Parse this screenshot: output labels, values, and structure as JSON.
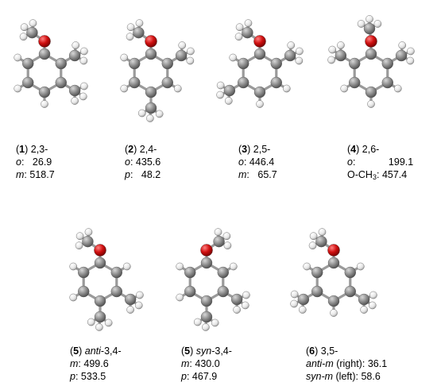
{
  "structures": [
    {
      "id": "1",
      "pattern": "2,3-",
      "methyls": [
        "o",
        "m"
      ],
      "ome_rot": -25,
      "rows": [
        {
          "key": "o",
          "sep": ":",
          "value": "26.9"
        },
        {
          "key": "m",
          "sep": ":",
          "value": "518.7"
        }
      ]
    },
    {
      "id": "2",
      "pattern": "2,4-",
      "methyls": [
        "o",
        "p"
      ],
      "ome_rot": -25,
      "rows": [
        {
          "key": "o",
          "sep": ":",
          "value": "435.6"
        },
        {
          "key": "p",
          "sep": ":",
          "value": "48.2"
        }
      ]
    },
    {
      "id": "3",
      "pattern": "2,5-",
      "methyls": [
        "o",
        "m-left"
      ],
      "ome_rot": -25,
      "rows": [
        {
          "key": "o",
          "sep": ":",
          "value": "446.4"
        },
        {
          "key": "m",
          "sep": ":",
          "value": "65.7"
        }
      ]
    },
    {
      "id": "4",
      "pattern": "2,6-",
      "methyls": [
        "o",
        "o-left"
      ],
      "ome_rot": 90,
      "rows": [
        {
          "key": "o",
          "sep": ":",
          "value": "199.1"
        },
        {
          "key": "O-CH",
          "sub": "3",
          "sep": ":",
          "value": "457.4",
          "upright": true
        }
      ]
    },
    {
      "id": "5",
      "prefix": "anti",
      "pattern": "-3,4-",
      "methyls": [
        "m",
        "p"
      ],
      "ome_rot": -25,
      "rows": [
        {
          "key": "m",
          "sep": ":",
          "value": "499.6"
        },
        {
          "key": "p",
          "sep": ":",
          "value": "533.5"
        }
      ]
    },
    {
      "id": "5",
      "prefix": "syn",
      "pattern": "-3,4-",
      "methyls": [
        "m",
        "p"
      ],
      "ome_rot": 25,
      "rows": [
        {
          "key": "m",
          "sep": ":",
          "value": "430.0"
        },
        {
          "key": "p",
          "sep": ":",
          "value": "467.9"
        }
      ]
    },
    {
      "id": "6",
      "pattern": "3,5-",
      "methyls": [
        "m",
        "m-left"
      ],
      "ome_rot": -25,
      "rows": [
        {
          "key": "anti-m",
          "suffix": " (right)",
          "sep": ":",
          "value": "36.1"
        },
        {
          "key": "syn-m",
          "suffix": " (left)",
          "sep": ":",
          "value": "58.6"
        }
      ]
    }
  ],
  "colors": {
    "carbon": "#8a8a8a",
    "hydrogen": "#e8e8e8",
    "oxygen": "#cc1010",
    "bond": "#9a9a9a"
  }
}
